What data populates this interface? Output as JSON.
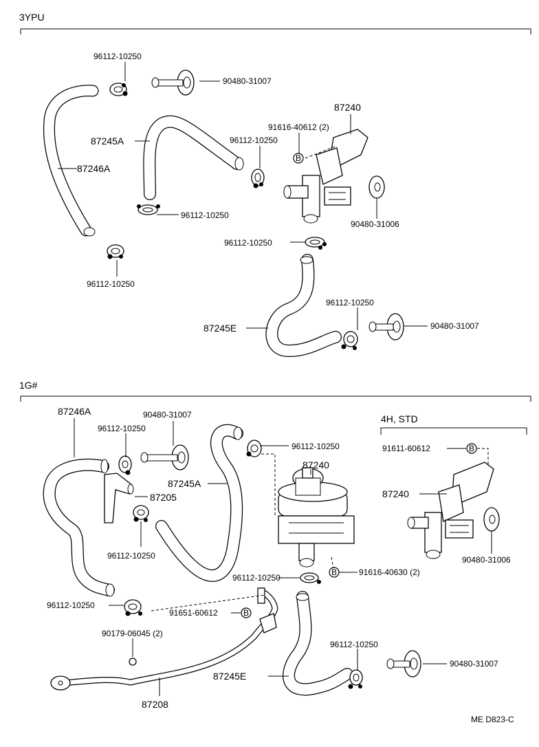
{
  "sections": {
    "top": "3YPU",
    "bottom": "1G#",
    "inset": "4H, STD"
  },
  "labels": {
    "t_96112_a": "96112-10250",
    "t_90480_a": "90480-31007",
    "t_87240": "87240",
    "t_91616": "91616-40612 (2)",
    "t_87245A": "87245A",
    "t_96112_b": "96112-10250",
    "t_87246A": "87246A",
    "t_96112_c": "96112-10250",
    "t_90480_b": "90480-31006",
    "t_96112_d": "96112-10250",
    "t_96112_e": "96112-10250",
    "t_96112_f": "96112-10250",
    "t_87245E": "87245E",
    "t_90480_c": "90480-31007",
    "b_87246A": "87246A",
    "b_90480_a": "90480-31007",
    "b_96112_a": "96112-10250",
    "b_96112_b": "96112-10250",
    "b_87240": "87240",
    "b_87245A": "87245A",
    "b_87205": "87205",
    "b_96112_c": "96112-10250",
    "b_96112_d": "96112-10250",
    "b_91616": "91616-40630 (2)",
    "b_96112_e": "96112-10250",
    "b_91651": "91651-60612",
    "b_90179": "90179-06045 (2)",
    "b_96112_f": "96112-10250",
    "b_87245E": "87245E",
    "b_90480_b": "90480-31007",
    "b_87208": "87208",
    "i_91611": "91611-60612",
    "i_87240": "87240",
    "i_90480": "90480-31006",
    "marker": "B",
    "footer": "ME  D823-C"
  }
}
